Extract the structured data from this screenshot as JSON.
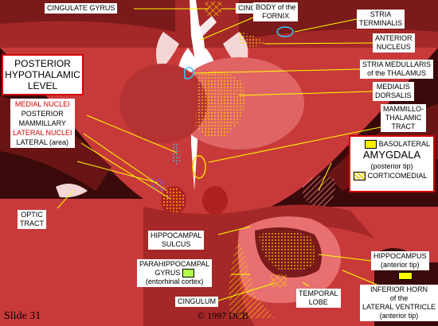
{
  "colors": {
    "background": "#ffffff",
    "tissue_dark": "#5a1010",
    "tissue_red": "#c83a3a",
    "tissue_pink": "#e87070",
    "box_border": "#d40000",
    "leader_line": "#ffff00",
    "basolateral_swatch": "#ffee00",
    "corticomedial_swatch": "#e8d000",
    "parahippocampal_swatch": "#99ff33",
    "hippocampus_swatch": "#ffff00"
  },
  "labels": {
    "cingulate_gyrus": "CINGULATE GYRUS",
    "cingulum_top": "CINGULUM",
    "body_of_fornix": [
      "BODY of the",
      "FORNIX"
    ],
    "stria_terminalis": [
      "STRIA",
      "TERMINALIS"
    ],
    "anterior_nucleus": [
      "ANTERIOR",
      "NUCLEUS"
    ],
    "stria_medullaris": [
      "STRIA MEDULLARIS",
      "of the THALAMUS"
    ],
    "medialis_dorsalis": [
      "MEDIALIS",
      "DORSALIS"
    ],
    "mammillothalamic": [
      "MAMMILLO-",
      "THALAMIC",
      "TRACT"
    ],
    "optic_tract": [
      "OPTIC",
      "TRACT"
    ],
    "hippocampal_sulcus": [
      "HIPPOCAMPAL",
      "SULCUS"
    ],
    "parahippocampal": [
      "PARAHIPPOCAMPAL",
      "GYRUS",
      "(entorhinal cortex)"
    ],
    "cingulum_bottom": "CINGULUM",
    "temporal_lobe": [
      "TEMPORAL",
      "LOBE"
    ],
    "hippocampus": [
      "HIPPOCAMPUS",
      "(anterior tip)"
    ],
    "inferior_horn": [
      "INFERIOR HORN",
      "of the",
      "LATERAL VENTRICLE",
      "(anterior tip)"
    ]
  },
  "title_box": {
    "lines": [
      "POSTERIOR",
      "HYPOTHALAMIC",
      "LEVEL"
    ]
  },
  "nuclei_box": {
    "medial_heading": "MEDIAL NUCLEI",
    "medial_item_1": "POSTERIOR",
    "medial_item_2": "MAMMILLARY",
    "lateral_heading": "LATERAL NUCLEI",
    "lateral_item": "LATERAL (area)"
  },
  "amygdala_box": {
    "basolateral": "BASOLATERAL",
    "title": "AMYGDALA",
    "subtitle": "(posterior tip)",
    "corticomedial": "CORTICOMEDIAL"
  },
  "footer": {
    "slide": "Slide 31",
    "copyright": "© 1997  DCB"
  }
}
